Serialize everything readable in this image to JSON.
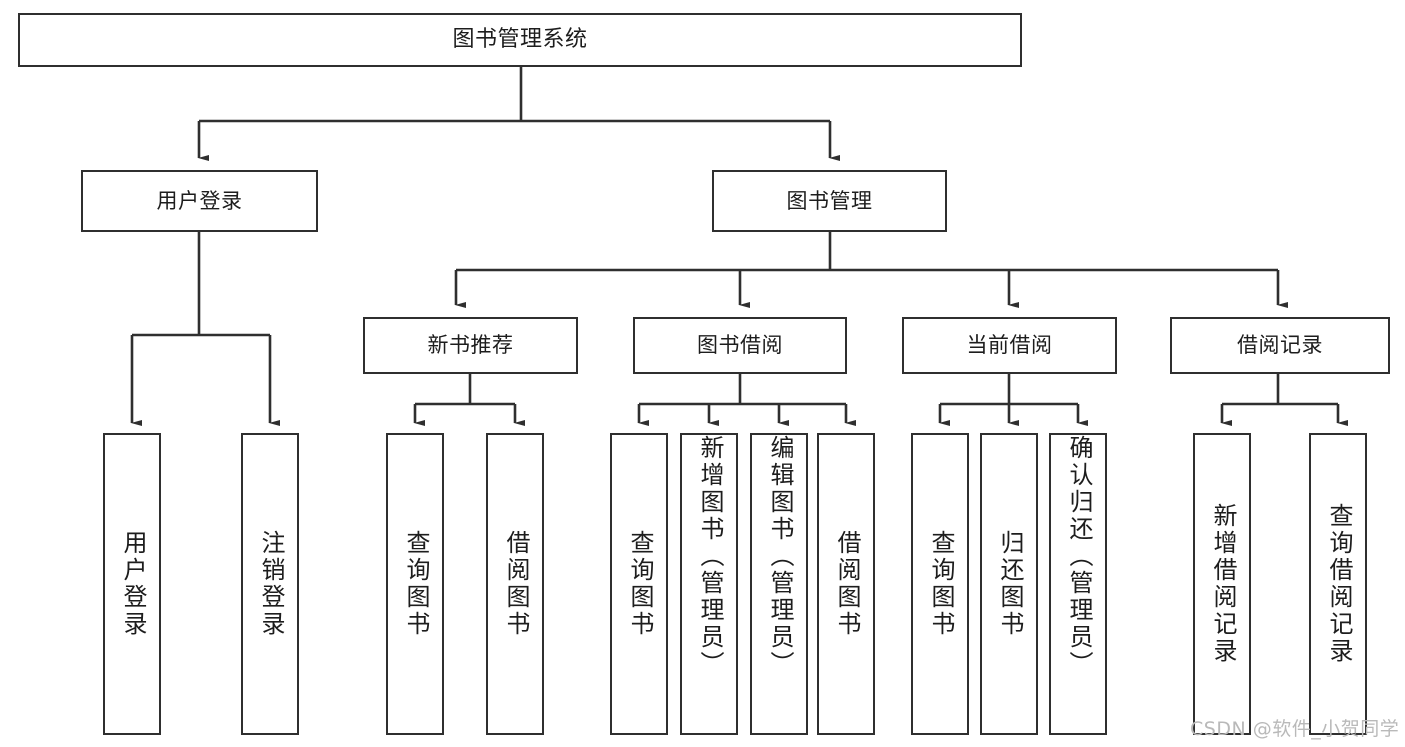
{
  "diagram": {
    "type": "tree",
    "title": "图书管理系统",
    "watermark": "CSDN @软件_小贺同学",
    "colors": {
      "stroke": "#2f2f2f",
      "fill": "#ffffff",
      "text": "#1d1d1d",
      "watermark": "#b9b9b9"
    },
    "root": {
      "label": "图书管理系统"
    },
    "level2": [
      {
        "label": "用户登录"
      },
      {
        "label": "图书管理"
      }
    ],
    "level3": [
      {
        "label": "新书推荐"
      },
      {
        "label": "图书借阅"
      },
      {
        "label": "当前借阅"
      },
      {
        "label": "借阅记录"
      }
    ],
    "leaves": {
      "user_login": [
        {
          "label": "用户登录"
        },
        {
          "label": "注销登录"
        }
      ],
      "new_book": [
        {
          "label": "查询图书"
        },
        {
          "label": "借阅图书"
        }
      ],
      "book_borrow": [
        {
          "label": "查询图书"
        },
        {
          "label": "新增图书（管理员）"
        },
        {
          "label": "编辑图书（管理员）"
        },
        {
          "label": "借阅图书"
        }
      ],
      "current_borrow": [
        {
          "label": "查询图书"
        },
        {
          "label": "归还图书"
        },
        {
          "label": "确认归还（管理员）"
        }
      ],
      "borrow_record": [
        {
          "label": "新增借阅记录"
        },
        {
          "label": "查询借阅记录"
        }
      ]
    }
  }
}
